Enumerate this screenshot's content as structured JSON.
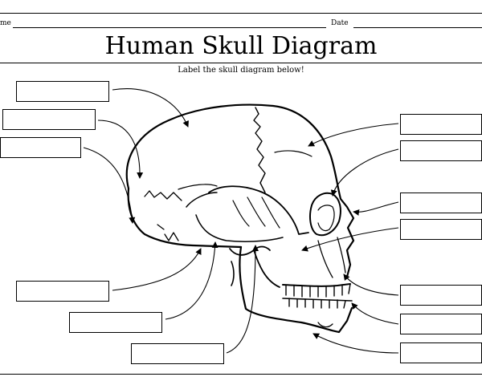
{
  "header": {
    "name_label": "me",
    "date_label": "Date"
  },
  "title": "Human Skull Diagram",
  "instructions": "Label the skull diagram below!",
  "label_boxes": [
    {
      "id": "left-1",
      "value": ""
    },
    {
      "id": "left-2",
      "value": ""
    },
    {
      "id": "left-3",
      "value": ""
    },
    {
      "id": "left-4",
      "value": ""
    },
    {
      "id": "left-5",
      "value": ""
    },
    {
      "id": "left-6",
      "value": ""
    },
    {
      "id": "right-1",
      "value": ""
    },
    {
      "id": "right-2",
      "value": ""
    },
    {
      "id": "right-3",
      "value": ""
    },
    {
      "id": "right-4",
      "value": ""
    },
    {
      "id": "right-5",
      "value": ""
    },
    {
      "id": "right-6",
      "value": ""
    },
    {
      "id": "right-7",
      "value": ""
    }
  ]
}
